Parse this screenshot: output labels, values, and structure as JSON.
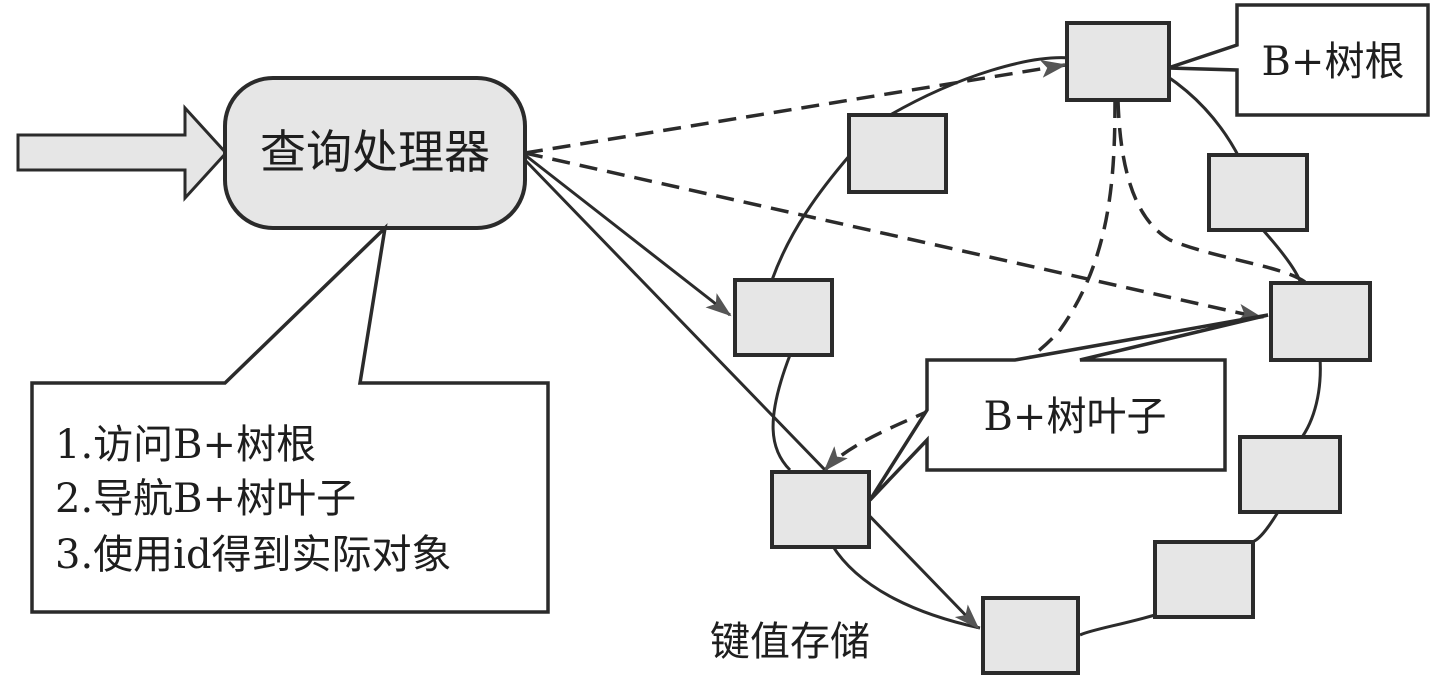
{
  "diagram": {
    "input_arrow": "input-arrow",
    "processor": {
      "label": "查询处理器"
    },
    "steps_callout": {
      "lines": [
        "1.访问B+树根",
        "2.导航B+树叶子",
        "3.使用id得到实际对象"
      ]
    },
    "root_callout": {
      "label": "B+树根"
    },
    "leaf_callout": {
      "label": "B+树叶子"
    },
    "store_label": "键值存储",
    "ring_node_count": 9,
    "colors": {
      "node_fill": "#e6e6e6",
      "stroke": "#2b2b2b",
      "background": "#ffffff"
    }
  }
}
